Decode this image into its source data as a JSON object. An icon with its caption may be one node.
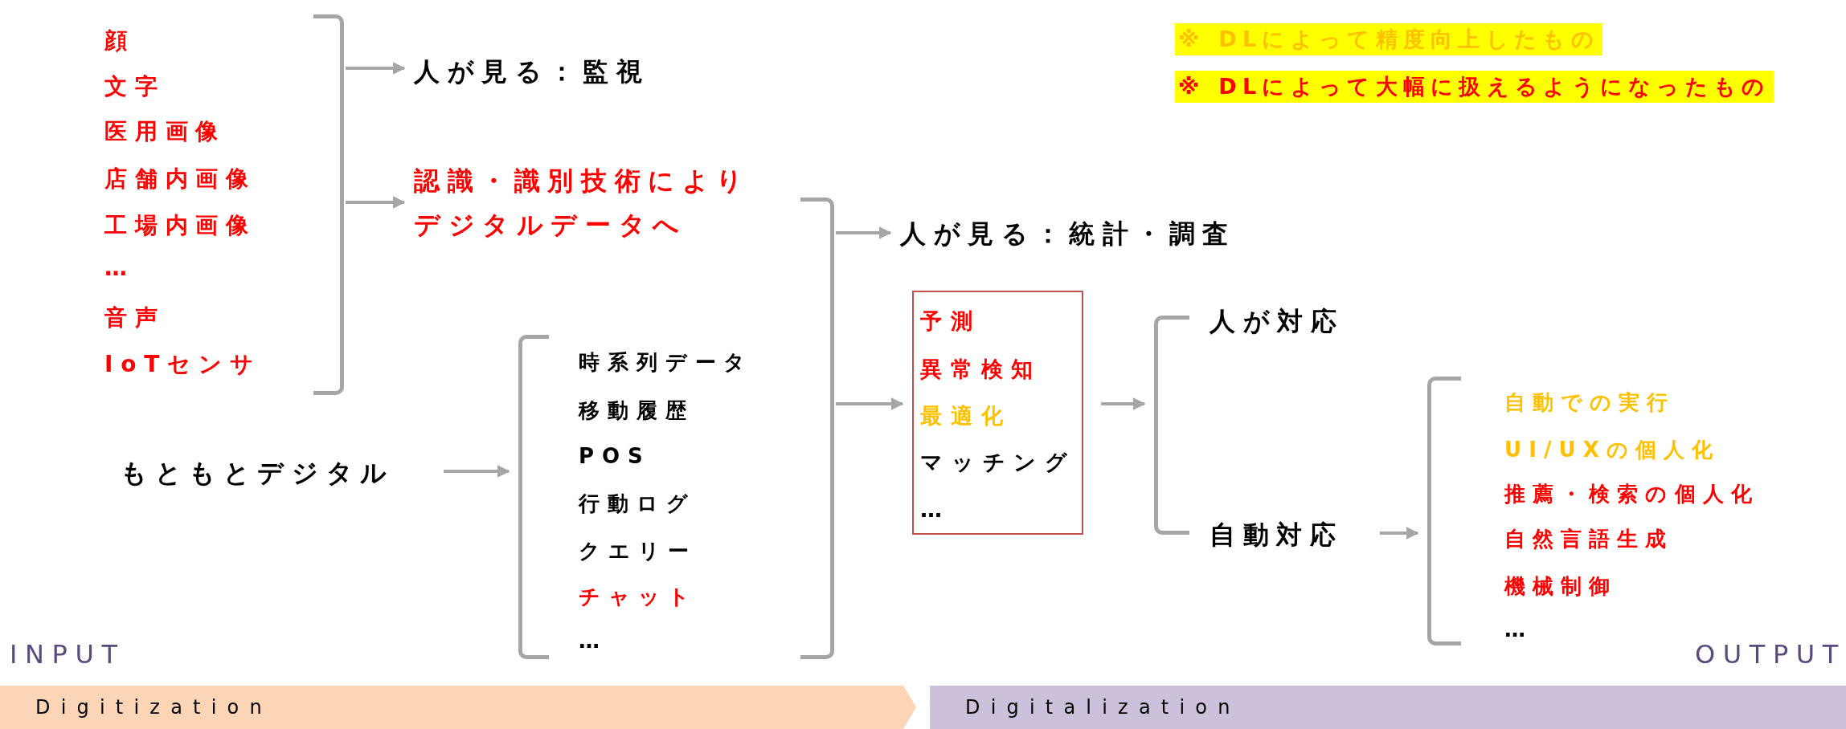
{
  "diagram": {
    "nodes": [
      {
        "text": [],
        "shape": "bracket"
      },
      {
        "text": [
          "顔"
        ]
      },
      {
        "text": [
          "文字"
        ]
      },
      {
        "text": [
          "医用画像"
        ]
      },
      {
        "text": [
          "店舗内画像"
        ]
      },
      {
        "text": [
          "工場内画像"
        ]
      },
      {
        "text": [
          "…"
        ]
      },
      {
        "text": [
          "音声"
        ]
      },
      {
        "text": [
          "IoTセンサ"
        ]
      },
      {
        "text": [
          "人が見る：監視"
        ]
      },
      {
        "text": [
          "認識・識別技術によりデジタルデータへ"
        ]
      },
      {
        "text": [
          "もともとデジタル"
        ]
      },
      {
        "text": [],
        "shape": "bracket"
      },
      {
        "text": [
          "時系列データ"
        ]
      },
      {
        "text": [
          "移動履歴"
        ]
      },
      {
        "text": [
          "POS"
        ]
      },
      {
        "text": [
          "行動ログ"
        ]
      },
      {
        "text": [
          "クエリー"
        ]
      },
      {
        "text": [
          "チャット"
        ]
      },
      {
        "text": [
          "…"
        ]
      },
      {
        "text": [],
        "shape": "bracket"
      },
      {
        "text": [
          "人が見る：統計・調査"
        ]
      },
      {
        "text": [],
        "shape": "box"
      },
      {
        "text": [
          "予測"
        ],
        "in": 22
      },
      {
        "text": [
          "異常検知"
        ],
        "in": 22
      },
      {
        "text": [
          "最適化"
        ],
        "in": 22
      },
      {
        "text": [
          "マッチング"
        ],
        "in": 22
      },
      {
        "text": [
          "…"
        ],
        "in": 22
      },
      {
        "text": [],
        "shape": "bracket"
      },
      {
        "text": [
          "人が対応"
        ]
      },
      {
        "text": [
          "自動対応"
        ]
      },
      {
        "text": [],
        "shape": "bracket"
      },
      {
        "text": [
          "自動での実行"
        ]
      },
      {
        "text": [
          "UI/UXの個人化"
        ]
      },
      {
        "text": [
          "推薦・検索の個人化"
        ]
      },
      {
        "text": [
          "自然言語生成"
        ]
      },
      {
        "text": [
          "機械制御"
        ]
      },
      {
        "text": [
          "…"
        ]
      },
      {
        "text": [
          "Digitization"
        ]
      },
      {
        "text": [
          "Digitalization"
        ]
      }
    ],
    "edges": [
      {
        "from": 0,
        "to": 9,
        "arrow": "to"
      },
      {
        "from": 0,
        "to": 10,
        "arrow": "to"
      },
      {
        "from": 11,
        "to": 12,
        "arrow": "to"
      },
      {
        "from": 20,
        "to": 21,
        "arrow": "to"
      },
      {
        "from": 20,
        "to": 22,
        "arrow": "to"
      },
      {
        "from": 22,
        "to": 28,
        "arrow": "to"
      },
      {
        "from": 30,
        "to": 31,
        "arrow": "to"
      }
    ],
    "labels": [
      "INPUT",
      "OUTPUT"
    ],
    "legend": [
      {
        "text": "※ DLによって精度向上したもの"
      },
      {
        "text": "※ DLによって大幅に扱えるようになったもの"
      }
    ]
  }
}
